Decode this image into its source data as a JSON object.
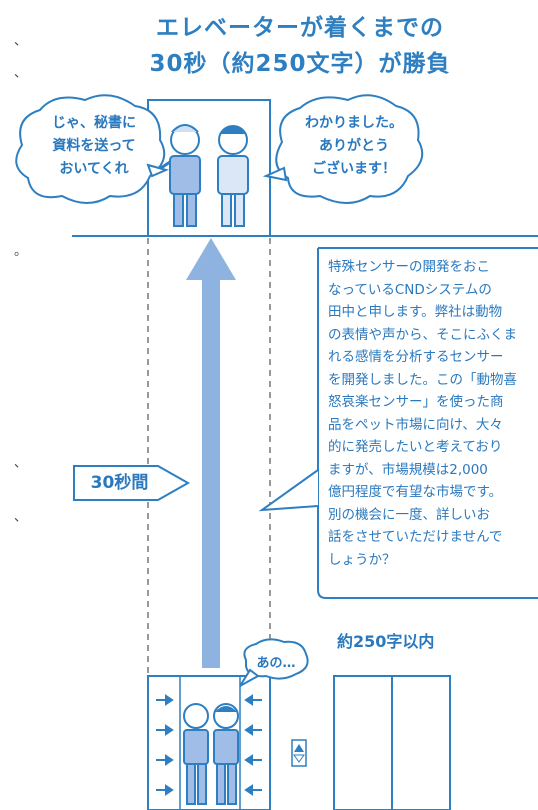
{
  "title": {
    "line1": "エレベーターが着くまでの",
    "line2": "30秒（約250文字）が勝負"
  },
  "bubbles": {
    "left": [
      "じゃ、秘書に",
      "資料を送って",
      "おいてくれ"
    ],
    "right": [
      "わかりました。",
      "ありがとう",
      "ございます！"
    ],
    "bottom": "あの…"
  },
  "pitch": {
    "lines": [
      "特殊センサーの開発をおこ",
      "なっているCNDシステムの",
      "田中と申します。弊社は動物",
      "の表情や声から、そこにふくま",
      "れる感情を分析するセンサー",
      "を開発しました。この「動物喜",
      "怒哀楽センサー」を使った商",
      "品をペット市場に向け、大々",
      "的に発売したいと考えており",
      "ますが、市場規模は2,000",
      "億円程度で有望な市場です。",
      "別の機会に一度、詳しいお",
      "話をさせていただけませんで",
      "しょうか？"
    ],
    "limit_label": "約250字以内"
  },
  "timer_label": "30秒間",
  "side_marks": [
    "、",
    "、",
    "。",
    "、",
    "、"
  ],
  "colors": {
    "accent": "#2e7fc1",
    "arrow": "#8fb3e0",
    "dashed": "#999999",
    "suit": "#9fbde6"
  }
}
